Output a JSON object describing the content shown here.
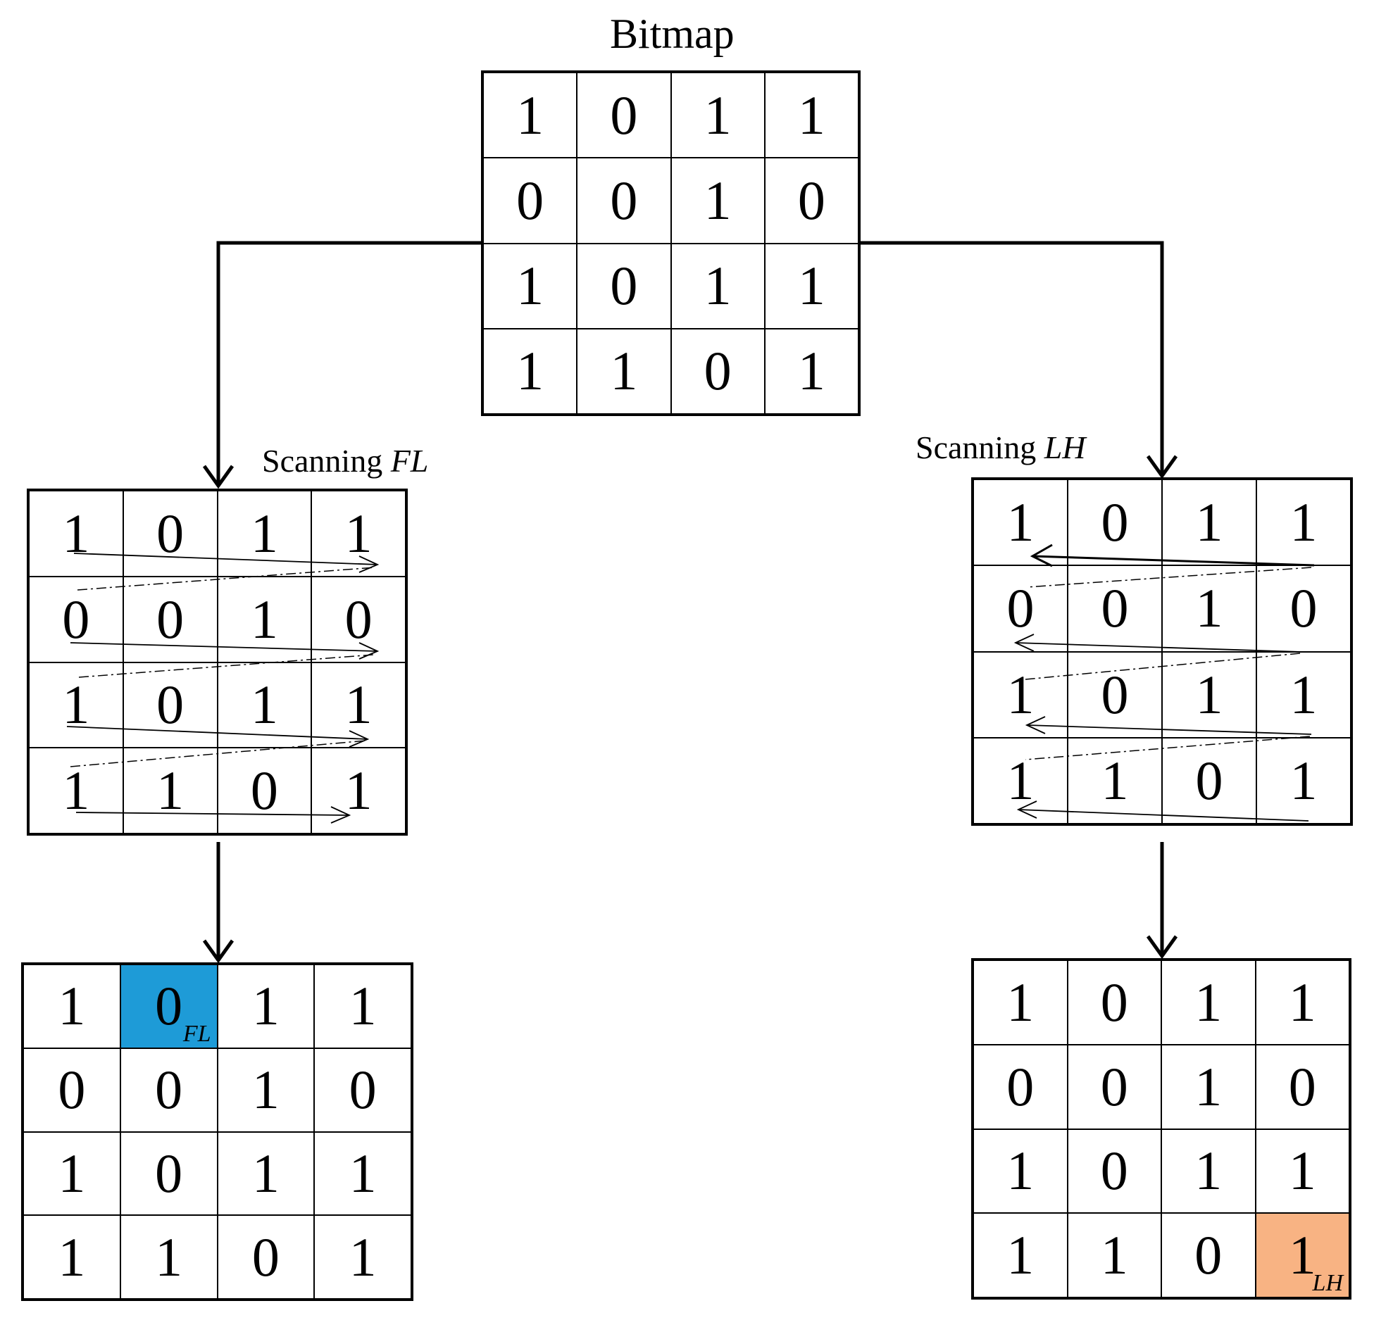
{
  "title": "Bitmap",
  "bitmap": [
    [
      1,
      0,
      1,
      1
    ],
    [
      0,
      0,
      1,
      0
    ],
    [
      1,
      0,
      1,
      1
    ],
    [
      1,
      1,
      0,
      1
    ]
  ],
  "scanning_fl": {
    "word": "Scanning",
    "code": "FL"
  },
  "scanning_lh": {
    "word": "Scanning",
    "code": "LH"
  },
  "fl_result": {
    "subscript": "FL",
    "color": "#1e9bd7"
  },
  "lh_result": {
    "subscript": "LH",
    "color": "#f8b383"
  }
}
